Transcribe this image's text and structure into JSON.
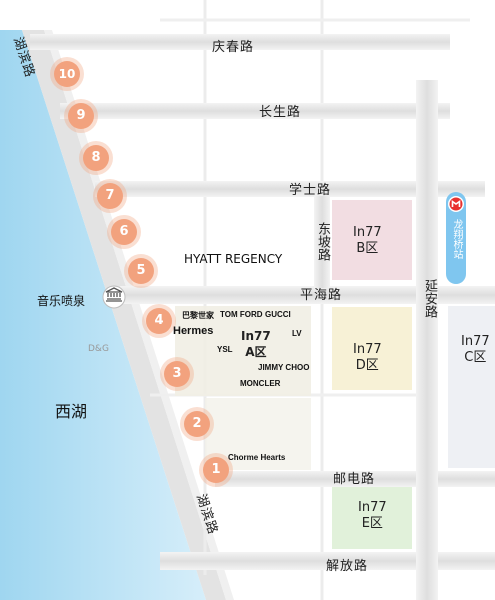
{
  "roads": {
    "qingchun": "庆春路",
    "changsheng": "长生路",
    "xueshi": "学士路",
    "pinghai": "平海路",
    "youdian": "邮电路",
    "jiefang": "解放路",
    "dongpo": "东坡路",
    "yanan": "延安路",
    "hubin_top": "湖滨路",
    "hubin_bottom": "湖滨路"
  },
  "markers": [
    "10",
    "9",
    "8",
    "7",
    "6",
    "5",
    "4",
    "3",
    "2",
    "1"
  ],
  "zones": {
    "a": {
      "line1": "In77",
      "line2": "A区"
    },
    "b": {
      "line1": "In77",
      "line2": "B区"
    },
    "c": {
      "line1": "In77",
      "line2": "C区"
    },
    "d": {
      "line1": "In77",
      "line2": "D区"
    },
    "e": {
      "line1": "In77",
      "line2": "E区"
    }
  },
  "brands": {
    "paris_world": "巴黎世家",
    "tom_ford": "TOM FORD",
    "gucci": "GUCCI",
    "hermes": "Hermes",
    "lv": "LV",
    "ysl": "YSL",
    "jimmy_choo": "JIMMY CHOO",
    "moncler": "MONCLER",
    "chrome_hearts": "Chorme Hearts",
    "dg": "D&G"
  },
  "places": {
    "hyatt": "HYATT REGENCY",
    "fountain": "音乐喷泉",
    "west_lake": "西湖",
    "metro_station": "龙翔桥站"
  },
  "icons": {
    "fountain": "landmark-building-icon",
    "metro": "metro-logo-icon"
  },
  "colors": {
    "lake": "#bfe4f5",
    "marker": "#f2a27e",
    "road": "#e9e9e9",
    "zone_a": "#f1eee4",
    "zone_b": "#f2dde2",
    "zone_c": "#eef0f4",
    "zone_d": "#f7f1d6",
    "zone_e": "#e1f1da",
    "metro": "#e8322f",
    "metro_bar": "#7fc6ef"
  }
}
